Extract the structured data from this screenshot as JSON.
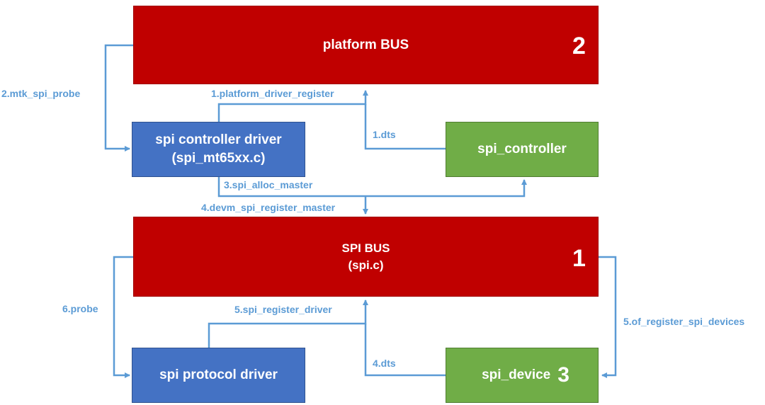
{
  "colors": {
    "bus": "#c00000",
    "driver": "#4472c4",
    "device": "#70ad47",
    "connector": "#5b9bd5"
  },
  "platform_bus": {
    "label": "platform BUS",
    "number": "2"
  },
  "spi_bus": {
    "line1": "SPI BUS",
    "line2": "(spi.c)",
    "number": "1"
  },
  "spi_controller_driver": {
    "line1": "spi controller driver",
    "line2": "(spi_mt65xx.c)"
  },
  "spi_controller": {
    "label": "spi_controller"
  },
  "spi_protocol_driver": {
    "label": "spi protocol driver"
  },
  "spi_device": {
    "label": "spi_device",
    "number": "3"
  },
  "edges": {
    "mtk_spi_probe": "2.mtk_spi_probe",
    "platform_driver_register": "1.platform_driver_register",
    "dts_controller": "1.dts",
    "spi_alloc_master": "3.spi_alloc_master",
    "devm_spi_register_master": "4.devm_spi_register_master",
    "probe": "6.probe",
    "spi_register_driver": "5.spi_register_driver",
    "of_register_spi_devices": "5.of_register_spi_devices",
    "dts_device": "4.dts"
  }
}
